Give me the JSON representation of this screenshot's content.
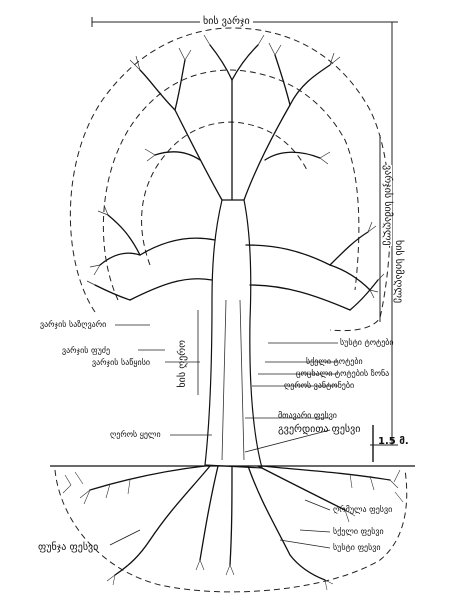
{
  "labels": {
    "crown_width": "ხის ვარჯი",
    "crown_height": "ვარჯის სიმაღლე",
    "tree_height": "ხის სიმაღლე",
    "crown_perimeter": "ვარჯის საზღვარი",
    "crown_base": "ვარჯის ფუძე",
    "crown_core": "ვარჯის საწყისი",
    "trunk": "ხის ღერო",
    "fine_branches": "სუსტი ტოტები",
    "thick_branches": "სქელი ტოტები",
    "live_branch_zone": "ცოცხალი ტოტების ზონა",
    "trunk_wood": "ღეროს ვანტონები",
    "main_root": "მთავარი ფესვი",
    "lateral_root": "გვერდითა ფესვი",
    "root_collar": "ღეროს ყელი",
    "height_marker": "1.5 მ.",
    "feeder_roots": "ღრმულა ფესვი",
    "thick_roots": "სქელი ფესვი",
    "fine_roots": "სუსტი ფესვი",
    "buttress_root": "ფუნჯა ფესვი"
  }
}
